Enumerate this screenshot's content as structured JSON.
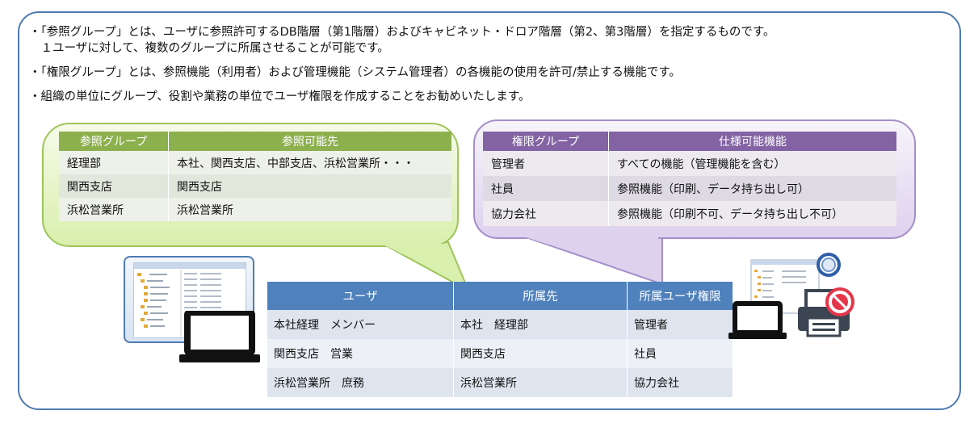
{
  "bullets": [
    "・「参照グループ」とは、ユーザに参照許可するDB階層（第1階層）およびキャビネット・ドロア階層（第2、第3階層）を指定するものです。",
    "　１ユーザに対して、複数のグループに所属させることが可能です。",
    "・「権限グループ」とは、参照機能（利用者）および管理機能（システム管理者）の各機能の使用を許可/禁止する機能です。",
    "・組織の単位にグループ、役割や業務の単位でユーザ権限を作成することをお勧めいたします。"
  ],
  "reference_table": {
    "headers": [
      "参照グループ",
      "参照可能先"
    ],
    "rows": [
      [
        "経理部",
        "本社、関西支店、中部支店、浜松営業所・・・"
      ],
      [
        "関西支店",
        "関西支店"
      ],
      [
        "浜松営業所",
        "浜松営業所"
      ]
    ]
  },
  "permission_table": {
    "headers": [
      "権限グループ",
      "仕様可能機能"
    ],
    "rows": [
      [
        "管理者",
        "すべての機能（管理機能を含む）"
      ],
      [
        "社員",
        "参照機能（印刷、データ持ち出し可）"
      ],
      [
        "協力会社",
        "参照機能（印刷不可、データ持ち出し不可）"
      ]
    ]
  },
  "user_table": {
    "headers": [
      "ユーザ",
      "所属先",
      "所属ユーザ権限"
    ],
    "rows": [
      [
        "本社経理　メンバー",
        "本社　経理部",
        "管理者"
      ],
      [
        "関西支店　営業",
        "関西支店",
        "社員"
      ],
      [
        "浜松営業所　庶務",
        "浜松営業所",
        "協力会社"
      ]
    ]
  },
  "icons": [
    "laptop-icon",
    "app-screenshot",
    "printer-icon",
    "prohibited-icon",
    "magnifier-icon"
  ],
  "colors": {
    "frame": "#4f7bb3",
    "green_header": "#8db04e",
    "purple_header": "#8363a4",
    "blue_header": "#4f81bd"
  }
}
